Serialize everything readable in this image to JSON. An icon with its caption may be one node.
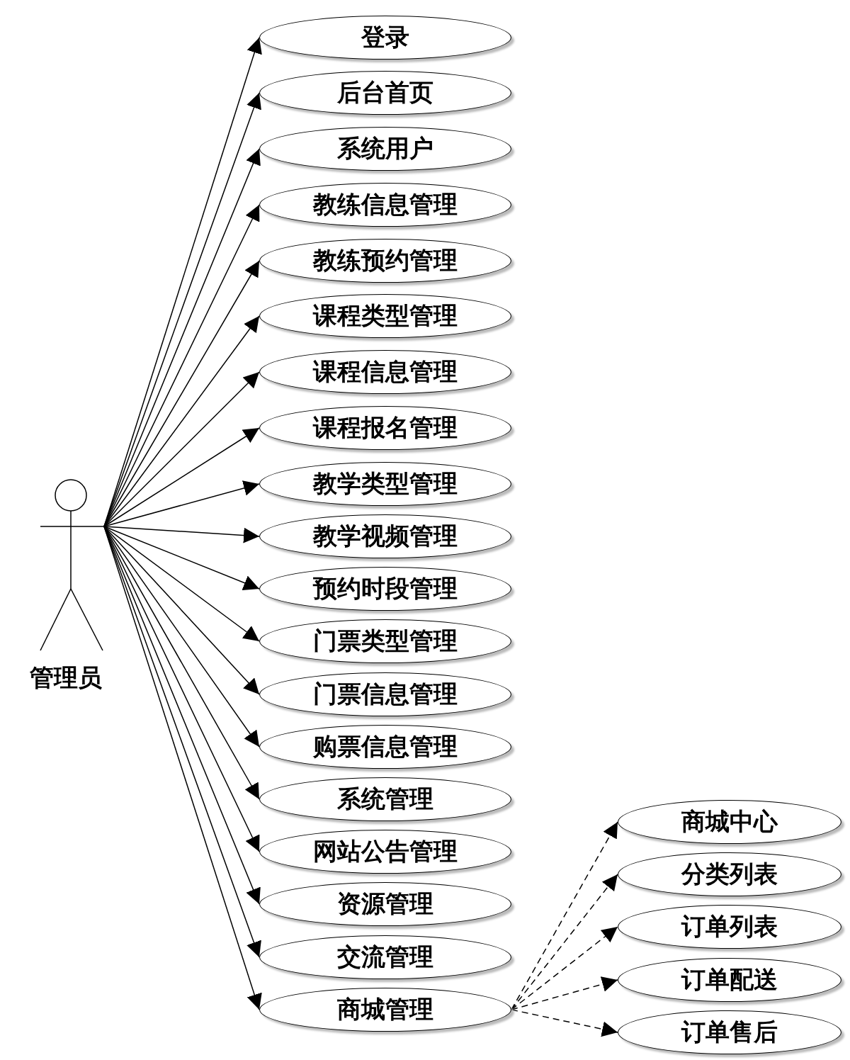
{
  "diagram": {
    "nodes": [
      {
        "text": [
          "管理员"
        ]
      },
      {
        "text": [
          "登录"
        ]
      },
      {
        "text": [
          "后台首页"
        ]
      },
      {
        "text": [
          "系统用户"
        ]
      },
      {
        "text": [
          "教练信息管理"
        ]
      },
      {
        "text": [
          "教练预约管理"
        ]
      },
      {
        "text": [
          "课程类型管理"
        ]
      },
      {
        "text": [
          "课程信息管理"
        ]
      },
      {
        "text": [
          "课程报名管理"
        ]
      },
      {
        "text": [
          "教学类型管理"
        ]
      },
      {
        "text": [
          "教学视频管理"
        ]
      },
      {
        "text": [
          "预约时段管理"
        ]
      },
      {
        "text": [
          "门票类型管理"
        ]
      },
      {
        "text": [
          "门票信息管理"
        ]
      },
      {
        "text": [
          "购票信息管理"
        ]
      },
      {
        "text": [
          "系统管理"
        ]
      },
      {
        "text": [
          "网站公告管理"
        ]
      },
      {
        "text": [
          "资源管理"
        ]
      },
      {
        "text": [
          "交流管理"
        ]
      },
      {
        "text": [
          "商城管理"
        ]
      },
      {
        "text": [
          "商城中心"
        ]
      },
      {
        "text": [
          "分类列表"
        ]
      },
      {
        "text": [
          "订单列表"
        ]
      },
      {
        "text": [
          "订单配送"
        ]
      },
      {
        "text": [
          "订单售后"
        ]
      }
    ],
    "edges": [
      {
        "from": 0,
        "to": 1,
        "arrow": "to"
      },
      {
        "from": 0,
        "to": 2,
        "arrow": "to"
      },
      {
        "from": 0,
        "to": 3,
        "arrow": "to"
      },
      {
        "from": 0,
        "to": 4,
        "arrow": "to"
      },
      {
        "from": 0,
        "to": 5,
        "arrow": "to"
      },
      {
        "from": 0,
        "to": 6,
        "arrow": "to"
      },
      {
        "from": 0,
        "to": 7,
        "arrow": "to"
      },
      {
        "from": 0,
        "to": 8,
        "arrow": "to"
      },
      {
        "from": 0,
        "to": 9,
        "arrow": "to"
      },
      {
        "from": 0,
        "to": 10,
        "arrow": "to"
      },
      {
        "from": 0,
        "to": 11,
        "arrow": "to"
      },
      {
        "from": 0,
        "to": 12,
        "arrow": "to"
      },
      {
        "from": 0,
        "to": 13,
        "arrow": "to"
      },
      {
        "from": 0,
        "to": 14,
        "arrow": "to"
      },
      {
        "from": 0,
        "to": 15,
        "arrow": "to"
      },
      {
        "from": 0,
        "to": 16,
        "arrow": "to"
      },
      {
        "from": 0,
        "to": 17,
        "arrow": "to"
      },
      {
        "from": 0,
        "to": 18,
        "arrow": "to"
      },
      {
        "from": 0,
        "to": 19,
        "arrow": "to"
      },
      {
        "from": 19,
        "to": 20,
        "arrow": "to",
        "style": "dashed"
      },
      {
        "from": 19,
        "to": 21,
        "arrow": "to",
        "style": "dashed"
      },
      {
        "from": 19,
        "to": 22,
        "arrow": "to",
        "style": "dashed"
      },
      {
        "from": 19,
        "to": 23,
        "arrow": "to",
        "style": "dashed"
      },
      {
        "from": 19,
        "to": 24,
        "arrow": "to",
        "style": "dashed"
      }
    ]
  }
}
